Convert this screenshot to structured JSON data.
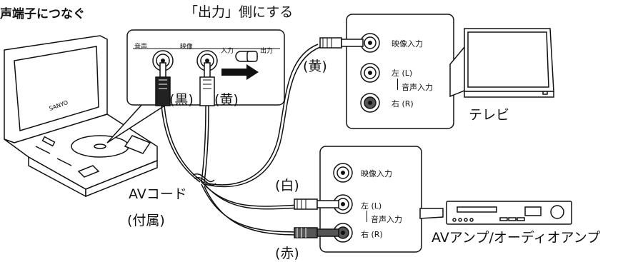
{
  "header": {
    "title_fragment": "声端子につなぐ"
  },
  "callout": {
    "output_side": "「出力」側にする"
  },
  "player_panel": {
    "audio": "音声",
    "video": "映像",
    "input": "入力",
    "output": "出力"
  },
  "plug_colors": {
    "black": "(黒)",
    "yellow_player": "(黄)",
    "yellow_tv": "(黄)",
    "white": "(白)",
    "red": "(赤)"
  },
  "tv_panel": {
    "video_in": "映像入力",
    "left": "左 (L)",
    "audio_in": "音声入力",
    "right": "右 (R)",
    "device": "テレビ"
  },
  "amp_panel": {
    "video_in": "映像入力",
    "left": "左 (L)",
    "audio_in": "音声入力",
    "right": "右 (R)",
    "device": "AVアンプ/オーディオアンプ"
  },
  "cable": {
    "name": "AVコード",
    "note": "(付属)"
  },
  "player": {
    "brand": "SANYO"
  },
  "colors": {
    "line": "#111111",
    "yellow": "#ffffff",
    "white": "#ffffff",
    "red": "#555555",
    "black": "#222222"
  }
}
